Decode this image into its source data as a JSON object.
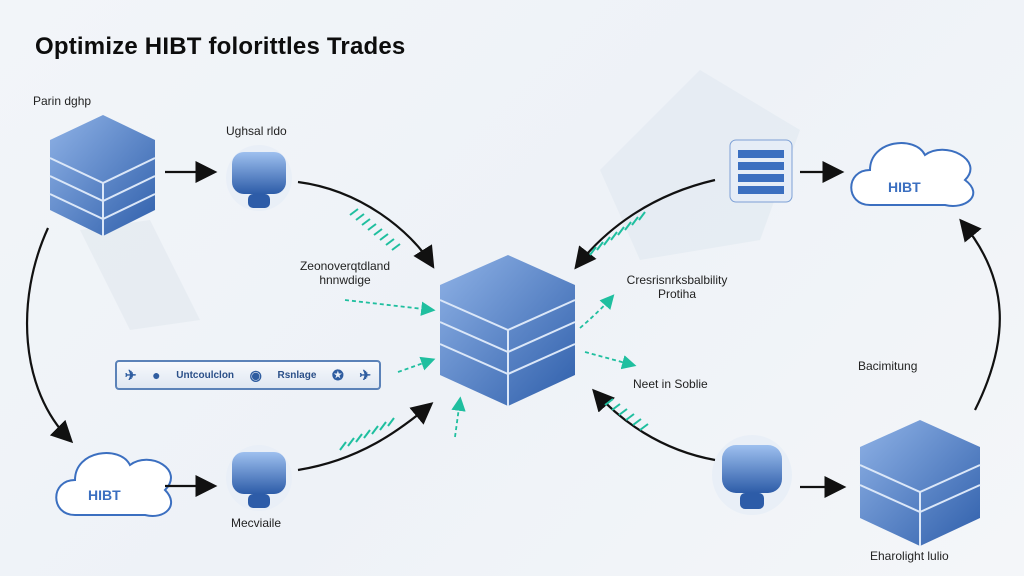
{
  "title": "Optimize HIBT folorittles Trades",
  "labels": {
    "top_left": "Parin dghp",
    "top_pod": "Ughsal rldo",
    "center_left": "Zeonoverqtdland\nhnnwdige",
    "center_right": "Cresrisnrksbalbility\nProtiha",
    "net": "Neet in Soblie",
    "right_mid": "Bacimitung",
    "bottom_pod": "Mecviaile",
    "bottom_right": "Eharolight lulio"
  },
  "banner": {
    "item1": "Untcoulclon",
    "item2": "Rsnlage"
  },
  "colors": {
    "accent": "#3b6fc0",
    "teal": "#1fbf9f",
    "arrow": "#111111"
  }
}
